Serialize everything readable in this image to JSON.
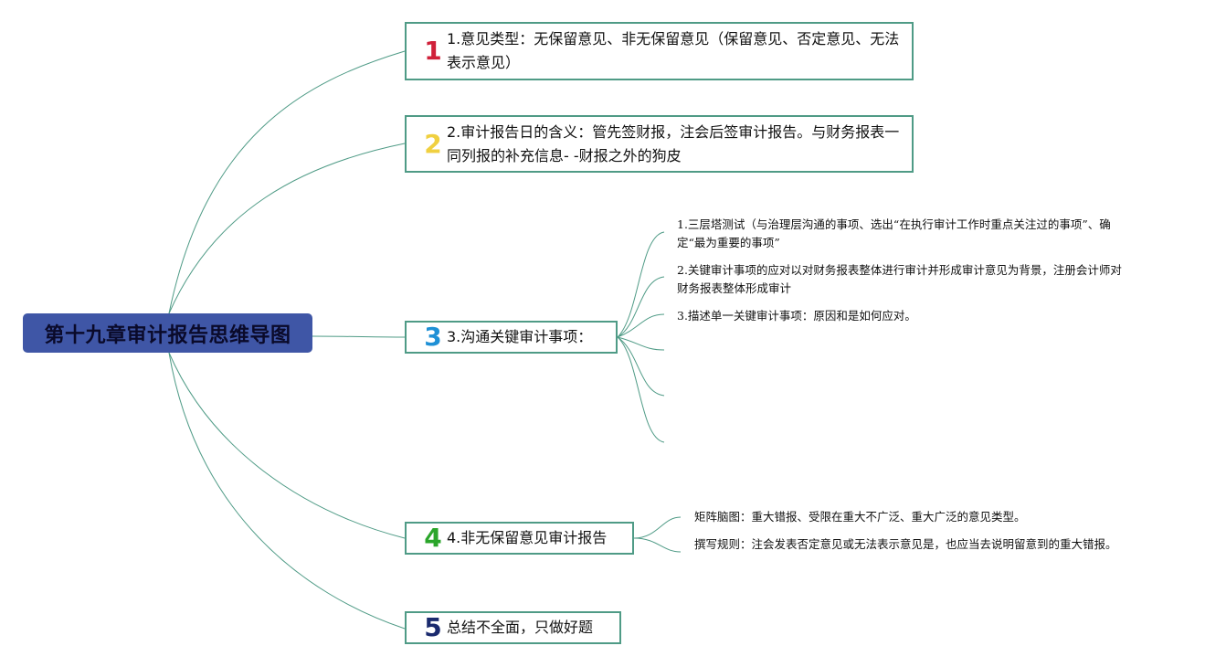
{
  "root": {
    "title": "第十九章审计报告思维导图"
  },
  "colors": {
    "root_bg": "#3f56a6",
    "connector": "#4f9b86",
    "num1": "#d0213a",
    "num2": "#f0d040",
    "num3": "#1e90d6",
    "num4": "#2aa52a",
    "num5": "#1a2a6e"
  },
  "branches": [
    {
      "number": "1",
      "text": "1.意见类型：无保留意见、非无保留意见（保留意见、否定意见、无法表示意见）"
    },
    {
      "number": "2",
      "text": "2.审计报告日的含义：管先签财报，注会后签审计报告。与财务报表一同列报的补充信息- -财报之外的狗皮"
    },
    {
      "number": "3",
      "text": "3.沟通关键审计事项："
    },
    {
      "number": "4",
      "text": "4.非无保留意见审计报告"
    },
    {
      "number": "5",
      "text": "总结不全面，只做好题"
    }
  ],
  "sub3": [
    "1.三层塔测试（与治理层沟通的事项、选出“在执行审计工作时重点关注过的事项”、确定“最为重要的事项”",
    "2.关键审计事项的应对以对财务报表整体进行审计并形成审计意见为背景，注册会计师对财务报表整体形成审计",
    "3.描述单一关键审计事项：原因和是如何应对。"
  ],
  "sub4": [
    "矩阵脑图：重大错报、受限在重大不广泛、重大广泛的意见类型。",
    "撰写规则：注会发表否定意见或无法表示意见是，也应当去说明留意到的重大错报。"
  ]
}
